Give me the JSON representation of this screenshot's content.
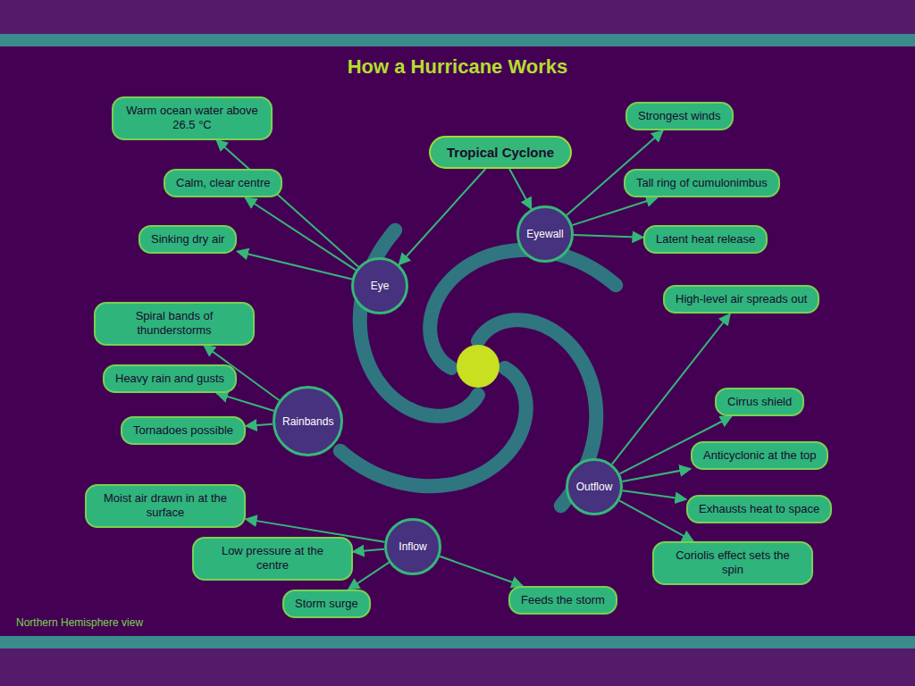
{
  "diagram": {
    "title": "How a Hurricane Works",
    "nodes": [
      {
        "text": [
          "Tropical Cyclone"
        ]
      },
      {
        "text": [
          "Eye"
        ]
      },
      {
        "text": [
          "Eyewall"
        ]
      },
      {
        "text": [
          "Rainbands"
        ]
      },
      {
        "text": [
          "Outflow"
        ]
      },
      {
        "text": [
          "Inflow"
        ]
      },
      {
        "text": [
          "Warm ocean water above 26.5 °C"
        ]
      },
      {
        "text": [
          "Calm, clear centre"
        ]
      },
      {
        "text": [
          "Sinking dry air"
        ]
      },
      {
        "text": [
          "Spiral bands of thunderstorms"
        ]
      },
      {
        "text": [
          "Heavy rain and gusts"
        ]
      },
      {
        "text": [
          "Tornadoes possible"
        ]
      },
      {
        "text": [
          "Moist air drawn in at the surface"
        ]
      },
      {
        "text": [
          "Low pressure at the centre"
        ]
      },
      {
        "text": [
          "Storm surge"
        ]
      },
      {
        "text": [
          "Strongest winds"
        ]
      },
      {
        "text": [
          "Tall ring of cumulonimbus"
        ]
      },
      {
        "text": [
          "Latent heat release"
        ]
      },
      {
        "text": [
          "High-level air spreads out"
        ]
      },
      {
        "text": [
          "Cirrus shield"
        ]
      },
      {
        "text": [
          "Anticyclonic at the top"
        ]
      },
      {
        "text": [
          "Exhausts heat to space"
        ]
      },
      {
        "text": [
          "Feeds the storm"
        ]
      },
      {
        "text": [
          "Coriolis effect sets the spin"
        ]
      }
    ],
    "edges": [
      {
        "from": 0,
        "to": 1,
        "arrow": "to"
      },
      {
        "from": 0,
        "to": 2,
        "arrow": "to"
      },
      {
        "from": 1,
        "to": 6,
        "arrow": "to"
      },
      {
        "from": 1,
        "to": 7,
        "arrow": "to"
      },
      {
        "from": 1,
        "to": 8,
        "arrow": "to"
      },
      {
        "from": 2,
        "to": 15,
        "arrow": "to"
      },
      {
        "from": 2,
        "to": 16,
        "arrow": "to"
      },
      {
        "from": 2,
        "to": 17,
        "arrow": "to"
      },
      {
        "from": 3,
        "to": 9,
        "arrow": "to"
      },
      {
        "from": 3,
        "to": 10,
        "arrow": "to"
      },
      {
        "from": 3,
        "to": 11,
        "arrow": "to"
      },
      {
        "from": 4,
        "to": 18,
        "arrow": "to"
      },
      {
        "from": 4,
        "to": 19,
        "arrow": "to"
      },
      {
        "from": 4,
        "to": 20,
        "arrow": "to"
      },
      {
        "from": 4,
        "to": 21,
        "arrow": "to"
      },
      {
        "from": 4,
        "to": 23,
        "arrow": "to"
      },
      {
        "from": 5,
        "to": 12,
        "arrow": "to"
      },
      {
        "from": 5,
        "to": 13,
        "arrow": "to"
      },
      {
        "from": 5,
        "to": 14,
        "arrow": "to"
      },
      {
        "from": 5,
        "to": 22,
        "arrow": "to"
      }
    ],
    "labels": [
      "Northern Hemisphere view"
    ]
  }
}
